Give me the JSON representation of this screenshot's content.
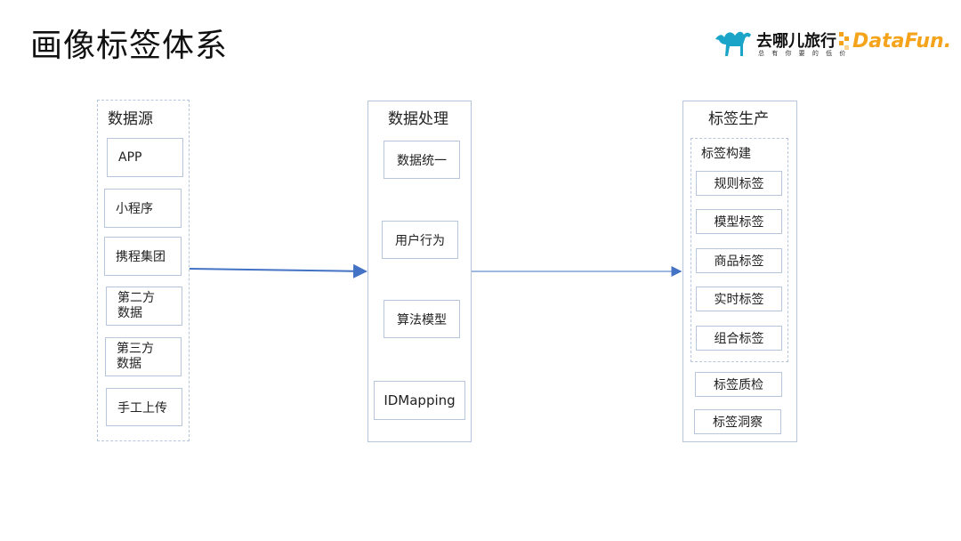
{
  "title": "画像标签体系",
  "logo": {
    "qunar_text": "去哪儿旅行",
    "qunar_slogan": "总 有 你 要 的 低 价",
    "datafun_text": "DataFun.",
    "colors": {
      "qunar": "#1aa5c8",
      "datafun": "#f5a31a"
    }
  },
  "sources": {
    "title": "数据源",
    "items": [
      "APP",
      "小程序",
      "携程集团",
      "第二方\n数据",
      "第三方\n数据",
      "手工上传"
    ]
  },
  "processing": {
    "title": "数据处理",
    "items": [
      "数据统一",
      "用户行为",
      "算法模型",
      "IDMapping"
    ]
  },
  "production": {
    "title": "标签生产",
    "build": {
      "title": "标签构建",
      "items": [
        "规则标签",
        "模型标签",
        "商品标签",
        "实时标签",
        "组合标签"
      ]
    },
    "items": [
      "标签质检",
      "标签洞察"
    ]
  },
  "colors": {
    "border": "#b8c6dd",
    "arrow": "#4472c4"
  }
}
